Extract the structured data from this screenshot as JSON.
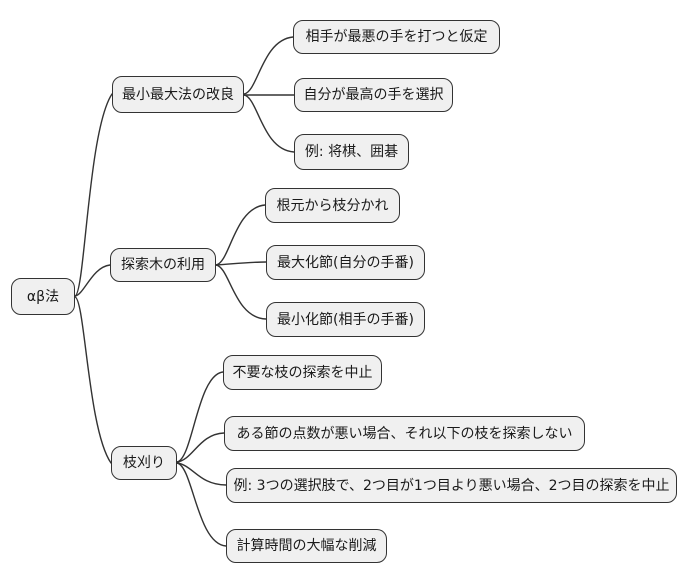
{
  "mindmap": {
    "root": {
      "label": "αβ法"
    },
    "branches": [
      {
        "label": "最小最大法の改良",
        "children": [
          {
            "label": "相手が最悪の手を打つと仮定"
          },
          {
            "label": "自分が最高の手を選択"
          },
          {
            "label": "例: 将棋、囲碁"
          }
        ]
      },
      {
        "label": "探索木の利用",
        "children": [
          {
            "label": "根元から枝分かれ"
          },
          {
            "label": "最大化節(自分の手番)"
          },
          {
            "label": "最小化節(相手の手番)"
          }
        ]
      },
      {
        "label": "枝刈り",
        "children": [
          {
            "label": "不要な枝の探索を中止"
          },
          {
            "label": "ある節の点数が悪い場合、それ以下の枝を探索しない"
          },
          {
            "label": "例: 3つの選択肢で、2つ目が1つ目より悪い場合、2つ目の探索を中止"
          },
          {
            "label": "計算時間の大幅な削減"
          }
        ]
      }
    ],
    "colors": {
      "background": "#ffffff",
      "node_fill": "#f0f0f0",
      "node_border": "#333333",
      "edge_stroke": "#333333",
      "text": "#1a1a1a"
    }
  }
}
